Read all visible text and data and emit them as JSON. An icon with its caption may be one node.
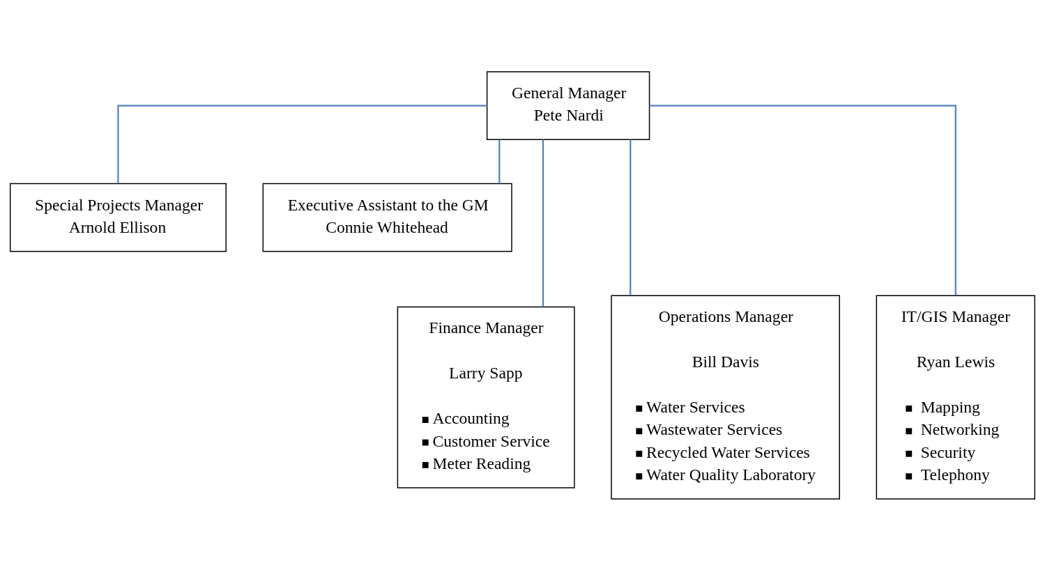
{
  "diagram": {
    "nodes": [
      {
        "text": [
          "General Manager",
          "Pete Nardi"
        ]
      },
      {
        "text": [
          "Special Projects Manager",
          "Arnold Ellison"
        ]
      },
      {
        "text": [
          "Executive Assistant to the GM",
          "Connie Whitehead"
        ]
      },
      {
        "text": [
          "Finance Manager",
          "Larry Sapp",
          "Accounting",
          "Customer Service",
          "Meter Reading"
        ]
      },
      {
        "text": [
          "Operations Manager",
          "Bill Davis",
          "Water Services",
          "Wastewater Services",
          "Recycled Water Services",
          "Water Quality Laboratory"
        ]
      },
      {
        "text": [
          "IT/GIS Manager",
          "Ryan Lewis",
          "Mapping",
          "Networking",
          "Security",
          "Telephony"
        ]
      }
    ],
    "edges": [
      {
        "from": 0,
        "to": 1,
        "arrow": "none"
      },
      {
        "from": 0,
        "to": 2,
        "arrow": "none"
      },
      {
        "from": 0,
        "to": 3,
        "arrow": "none"
      },
      {
        "from": 0,
        "to": 4,
        "arrow": "none"
      },
      {
        "from": 0,
        "to": 5,
        "arrow": "none"
      }
    ]
  }
}
